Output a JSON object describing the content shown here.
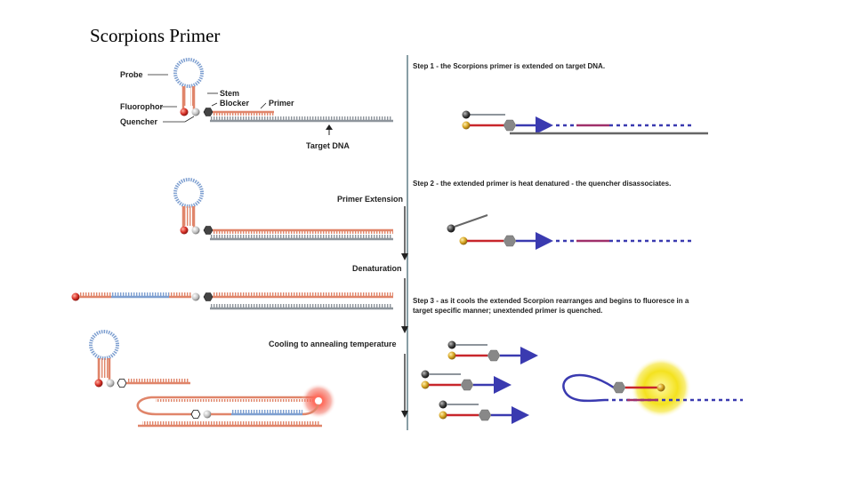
{
  "title": "Scorpions Primer",
  "labels": {
    "probe": "Probe",
    "fluorophor": "Fluorophor",
    "quencher": "Quencher",
    "stem": "Stem",
    "blocker": "Blocker",
    "primer": "Primer",
    "target_dna": "Target DNA"
  },
  "process": {
    "primer_extension": "Primer Extension",
    "denaturation": "Denaturation",
    "cooling": "Cooling to annealing temperature"
  },
  "steps": {
    "step1": "Step 1 - the Scorpions primer is extended on target DNA.",
    "step2": "Step 2 - the extended primer is heat denatured - the quencher disassociates.",
    "step3_line1": "Step 3 - as it cools the extended Scorpion rearranges and begins to fluoresce in a",
    "step3_line2": "target specific manner; unextended primer is quenched."
  },
  "colors": {
    "probe_loop": "#7e9fd0",
    "stem": "#e0856a",
    "target": "#8e959c",
    "fluorophore": "#d9342b",
    "quencher": "#c9c9c9",
    "blocker": "#444444",
    "extension": "#3a3ab0",
    "glow": "#f4e21f",
    "primer_red": "#c8262b"
  }
}
